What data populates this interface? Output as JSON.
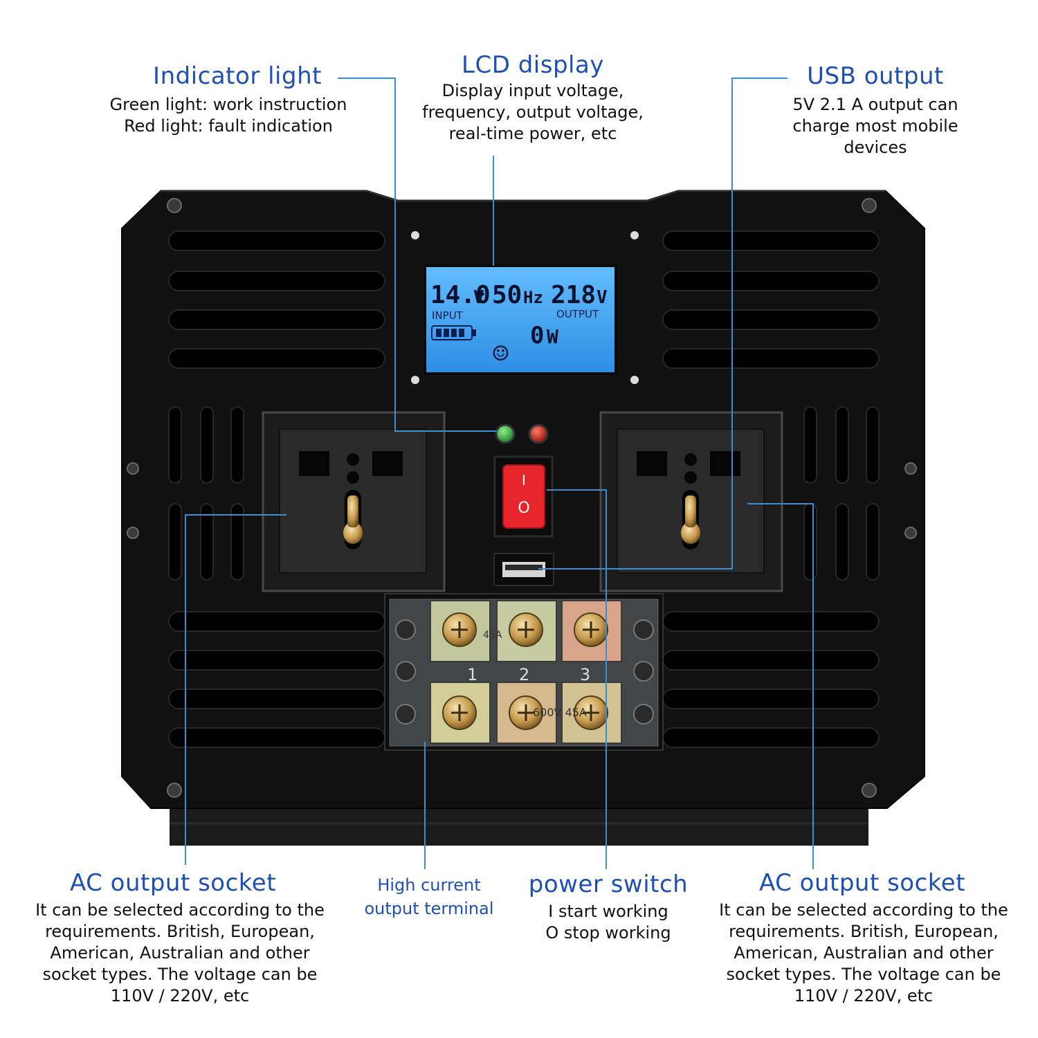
{
  "labels": {
    "indicator": {
      "title": "Indicator light",
      "desc": "Green light: work instruction\nRed light: fault indication"
    },
    "lcd": {
      "title": "LCD display",
      "desc": "Display input voltage,\nfrequency, output voltage,\nreal-time power, etc"
    },
    "usb": {
      "title": "USB output",
      "desc": "5V 2.1 A output can\ncharge most mobile\ndevices"
    },
    "ac_left": {
      "title": "AC output socket",
      "desc": "It can be selected according to the\nrequirements. British, European,\nAmerican, Australian and other\nsocket types. The voltage can be\n110V / 220V, etc"
    },
    "terminal": {
      "title": "High current\noutput terminal"
    },
    "power": {
      "title": "power switch",
      "desc": "I start working\nO stop working"
    },
    "ac_right": {
      "title": "AC output socket",
      "desc": "It can be selected according to the\nrequirements. British, European,\nAmerican, Australian and other\nsocket types. The voltage can be\n110V / 220V, etc"
    }
  },
  "lcd_screen": {
    "input_voltage": "14.0",
    "input_unit": "V",
    "frequency": "50",
    "frequency_unit": "Hz",
    "output_voltage": "218",
    "output_unit": "V",
    "input_label": "INPUT",
    "output_label": "OUTPUT",
    "power": "0",
    "power_unit": "W",
    "smiley": "☺"
  },
  "switch_marks": {
    "on": "I",
    "off": "O"
  },
  "terminal_block": {
    "numbers": [
      "1",
      "2",
      "3"
    ],
    "top_marking": "45A",
    "bottom_marking": "600V 45A"
  },
  "colors": {
    "title_blue": "#1d4fb8",
    "lcd_blue": "#3fa0f0",
    "led_green": "#2aa63a",
    "led_red": "#c8141a",
    "switch_red": "#e8252b",
    "leader_line": "#3a8fd0"
  }
}
